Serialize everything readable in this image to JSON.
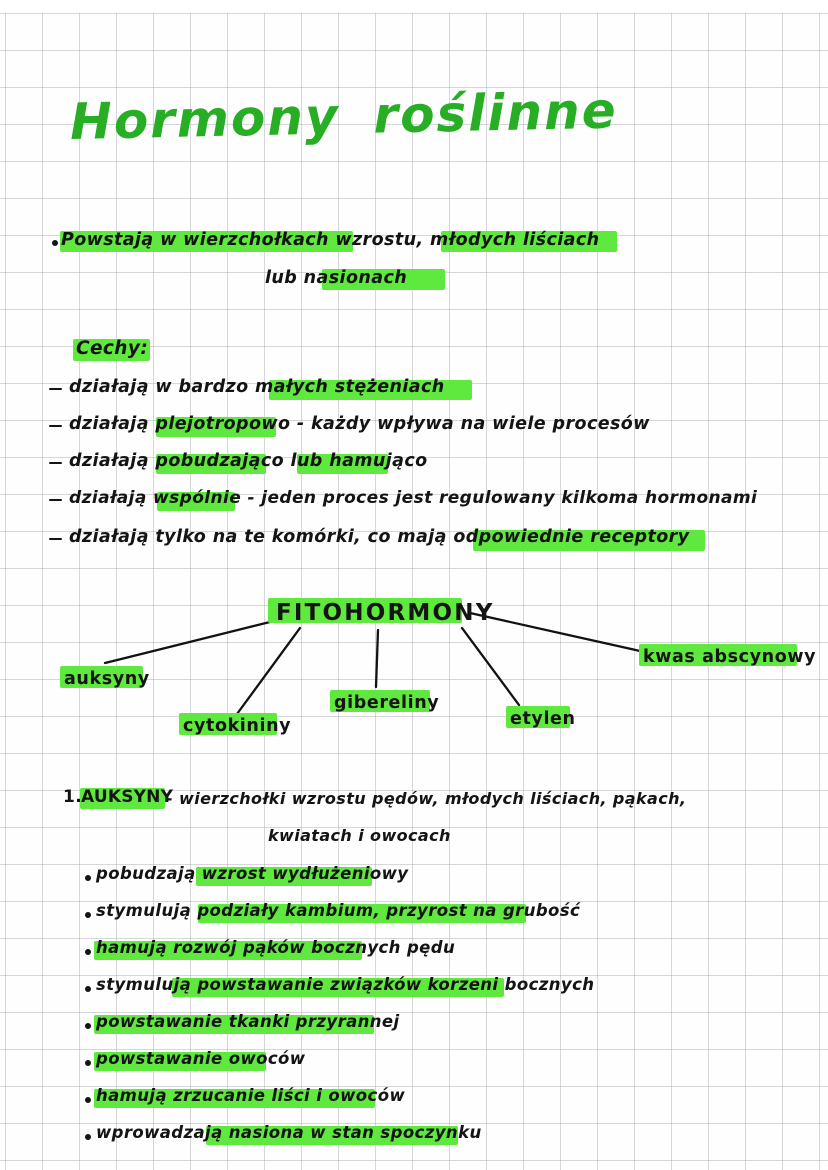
{
  "document": {
    "title": "Hormony roślinne",
    "title_word1": "Hormony",
    "title_word2": "roślinne",
    "ink_color": "#141414",
    "title_color": "#27ae24",
    "highlighter_color": "#5fe83d",
    "paper": "squared-grid"
  },
  "intro": {
    "bullet_line1": "Powstają   w   wierzchołkach      wzrostu,  młodych  liściach",
    "bullet_line2": "lub      nasionach"
  },
  "features": {
    "heading": "Cechy:",
    "items": [
      "działają w bardzo  małych  stężeniach",
      "działają  plejotropowo - każdy  wpływa  na  wiele  procesów",
      "działają  pobudzająco  lub  hamująco",
      "działają  wspólnie - jeden  proces  jest  regulowany  kilkoma  hormonami",
      "działają  tylko  na  te  komórki,  co  mają  odpowiednie  receptory"
    ]
  },
  "diagram": {
    "root": "FITOHORMONY",
    "branches": [
      {
        "label": "auksyny"
      },
      {
        "label": "cytokininy"
      },
      {
        "label": "gibereliny"
      },
      {
        "label": "etylen"
      },
      {
        "label": "kwas  abscynowy"
      }
    ]
  },
  "auxins": {
    "number": "1.",
    "heading": "AUKSYNY",
    "source_line1": "- wierzchołki wzrostu  pędów, młodych  liściach, pąkach,",
    "source_line2": "kwiatach  i  owocach",
    "effects": [
      "pobudzają   wzrost  wydłużeniowy",
      "stymulują   podziały kambium, przyrost  na   grubość",
      "hamują  rozwój  pąków   bocznych  pędu",
      "stymulują powstawanie  związków korzeni  bocznych",
      "powstawanie  tkanki    przyrannej",
      "powstawanie   owoców",
      "hamują  zrzucanie  liści   i   owoców",
      "wprowadzają  nasiona   w   stan   spoczynku"
    ]
  }
}
